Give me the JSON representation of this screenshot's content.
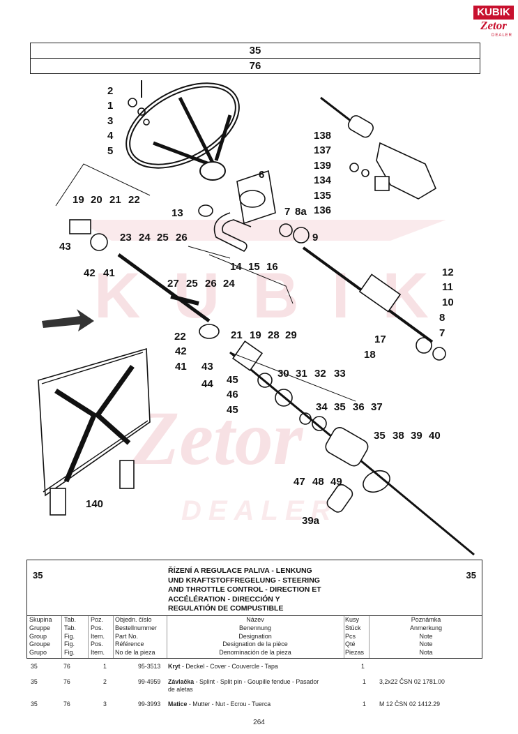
{
  "logo": {
    "brand": "KUBIK",
    "make": "Zetor",
    "tag": "DEALER"
  },
  "header": {
    "group": "35",
    "table": "76"
  },
  "watermark": {
    "line1": "KUBIK",
    "line2": "Zetor",
    "line3": "DEALER"
  },
  "callouts": [
    "2",
    "1",
    "3",
    "4",
    "5",
    "6",
    "13",
    "7",
    "8a",
    "9",
    "19",
    "20",
    "21",
    "22",
    "43",
    "23",
    "24",
    "25",
    "26",
    "42",
    "41",
    "14",
    "15",
    "16",
    "27",
    "25",
    "26",
    "24",
    "22",
    "42",
    "41",
    "43",
    "44",
    "21",
    "19",
    "28",
    "29",
    "45",
    "46",
    "45",
    "30",
    "31",
    "32",
    "33",
    "34",
    "35",
    "36",
    "37",
    "35",
    "38",
    "39",
    "40",
    "47",
    "48",
    "49",
    "39a",
    "140",
    "12",
    "11",
    "10",
    "8",
    "7",
    "17",
    "18",
    "138",
    "137",
    "139",
    "134",
    "135",
    "136"
  ],
  "section": {
    "number": "35",
    "title": [
      "ŘÍZENÍ A REGULACE PALIVA - LENKUNG",
      "UND KRAFTSTOFFREGELUNG - STEERING",
      "AND THROTTLE CONTROL - DIRECTION ET",
      "ACCÉLÉRATION - DIRECCIÓN Y",
      "REGULATIÓN DE COMPUSTIBLE"
    ]
  },
  "columns": {
    "skupina": [
      "Skupina",
      "Gruppe",
      "Group",
      "Groupe",
      "Grupo"
    ],
    "tab": [
      "Tab.",
      "Tab.",
      "Fig.",
      "Fig.",
      "Fig."
    ],
    "poz": [
      "Poz.",
      "Pos.",
      "Item.",
      "Pos.",
      "Item."
    ],
    "cislo": [
      "Objedn. číslo",
      "Bestellnummer",
      "Part No.",
      "Référence",
      "No de la pieza"
    ],
    "nazev": [
      "Název",
      "Benennung",
      "Designation",
      "Designation de la pièce",
      "Denominación de la pieza"
    ],
    "kusy": [
      "Kusy",
      "Stück",
      "Pcs",
      "Qté",
      "Piezas"
    ],
    "poznamka": [
      "Poznámka",
      "Anmerkung",
      "Note",
      "Note",
      "Nota"
    ]
  },
  "rows": [
    {
      "group": "35",
      "tab": "76",
      "pos": "1",
      "part": "95-3513",
      "name_cz": "Kryt",
      "name_rest": " - Deckel - Cover - Couvercle - Tapa",
      "qty": "1",
      "note": ""
    },
    {
      "group": "35",
      "tab": "76",
      "pos": "2",
      "part": "99-4959",
      "name_cz": "Závlačka",
      "name_rest": " - Splint - Split pin - Goupille fendue - Pasador",
      "name_rest2": "de aletas",
      "qty": "1",
      "note": "3,2x22 ČSN 02 1781.00"
    },
    {
      "group": "35",
      "tab": "76",
      "pos": "3",
      "part": "99-3993",
      "name_cz": "Matice",
      "name_rest": " - Mutter - Nut - Ecrou - Tuerca",
      "qty": "1",
      "note": "M 12 ČSN 02 1412.29"
    }
  ],
  "page_number": "264",
  "colors": {
    "brand_red": "#c8102e",
    "watermark": "#f2c9cf",
    "ink": "#111111"
  }
}
